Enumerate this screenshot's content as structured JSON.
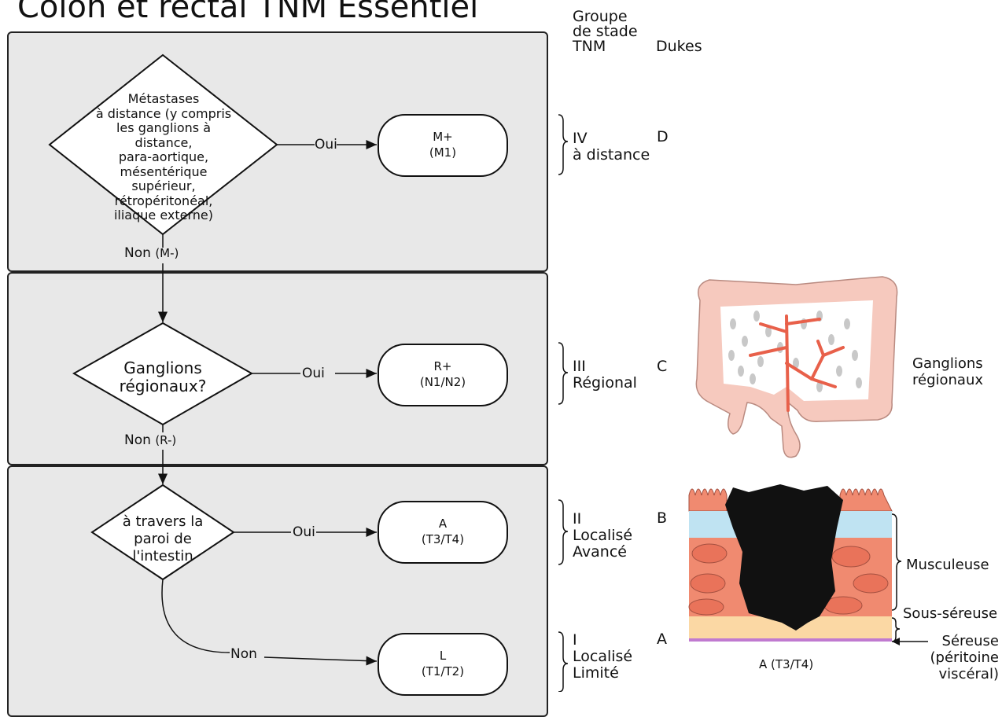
{
  "title": "Colon et rectal TNM Essentiel",
  "headers": {
    "group_line1": "Groupe",
    "group_line2": "de stade",
    "group_line3": "TNM",
    "dukes": "Dukes"
  },
  "decisions": {
    "metastases": [
      "Métastases",
      "à distance (y compris",
      "les ganglions à distance,",
      "para-aortique,",
      "mésentérique supérieur,",
      "rétropéritonéal,",
      "iliaque externe)"
    ],
    "regional": [
      "Ganglions",
      "régionaux?"
    ],
    "wall": [
      "à travers la",
      "paroi de",
      "l'intestin"
    ]
  },
  "edges": {
    "yes": "Oui",
    "no": "Non",
    "no_m": "(M-)",
    "no_r": "(R-)"
  },
  "outcomes": {
    "m": {
      "line1": "M+",
      "line2": "(M1)"
    },
    "r": {
      "line1": "R+",
      "line2": "(N1/N2)"
    },
    "a": {
      "line1": "A",
      "line2": "(T3/T4)"
    },
    "l": {
      "line1": "L",
      "line2": "(T1/T2)"
    }
  },
  "stages": {
    "iv": {
      "line1": "IV",
      "line2": "à distance",
      "dukes": "D"
    },
    "iii": {
      "line1": "III",
      "line2": "Régional",
      "dukes": "C"
    },
    "ii": {
      "line1": "II",
      "line2": "Localisé",
      "line3": "Avancé",
      "dukes": "B"
    },
    "i": {
      "line1": "I",
      "line2": "Localisé",
      "line3": "Limité",
      "dukes": "A"
    }
  },
  "illustrations": {
    "colon_label_line1": "Ganglions",
    "colon_label_line2": "régionaux",
    "wall_musc": "Musculeuse",
    "wall_subserosa": "Sous-séreuse",
    "wall_serosa_line1": "Séreuse",
    "wall_serosa_line2": "(péritoine",
    "wall_serosa_line3": "viscéral)",
    "wall_caption": "A (T3/T4)"
  },
  "colors": {
    "panel": "#e8e8e8",
    "colon": "#f6c9be",
    "vessel": "#e8604a",
    "node": "#c8c8c8",
    "tumor": "#111111",
    "muscle": "#f08a70",
    "submucosa": "#bfe3f2",
    "subserosa": "#fbd8a4",
    "serosa": "#c07ad0"
  }
}
